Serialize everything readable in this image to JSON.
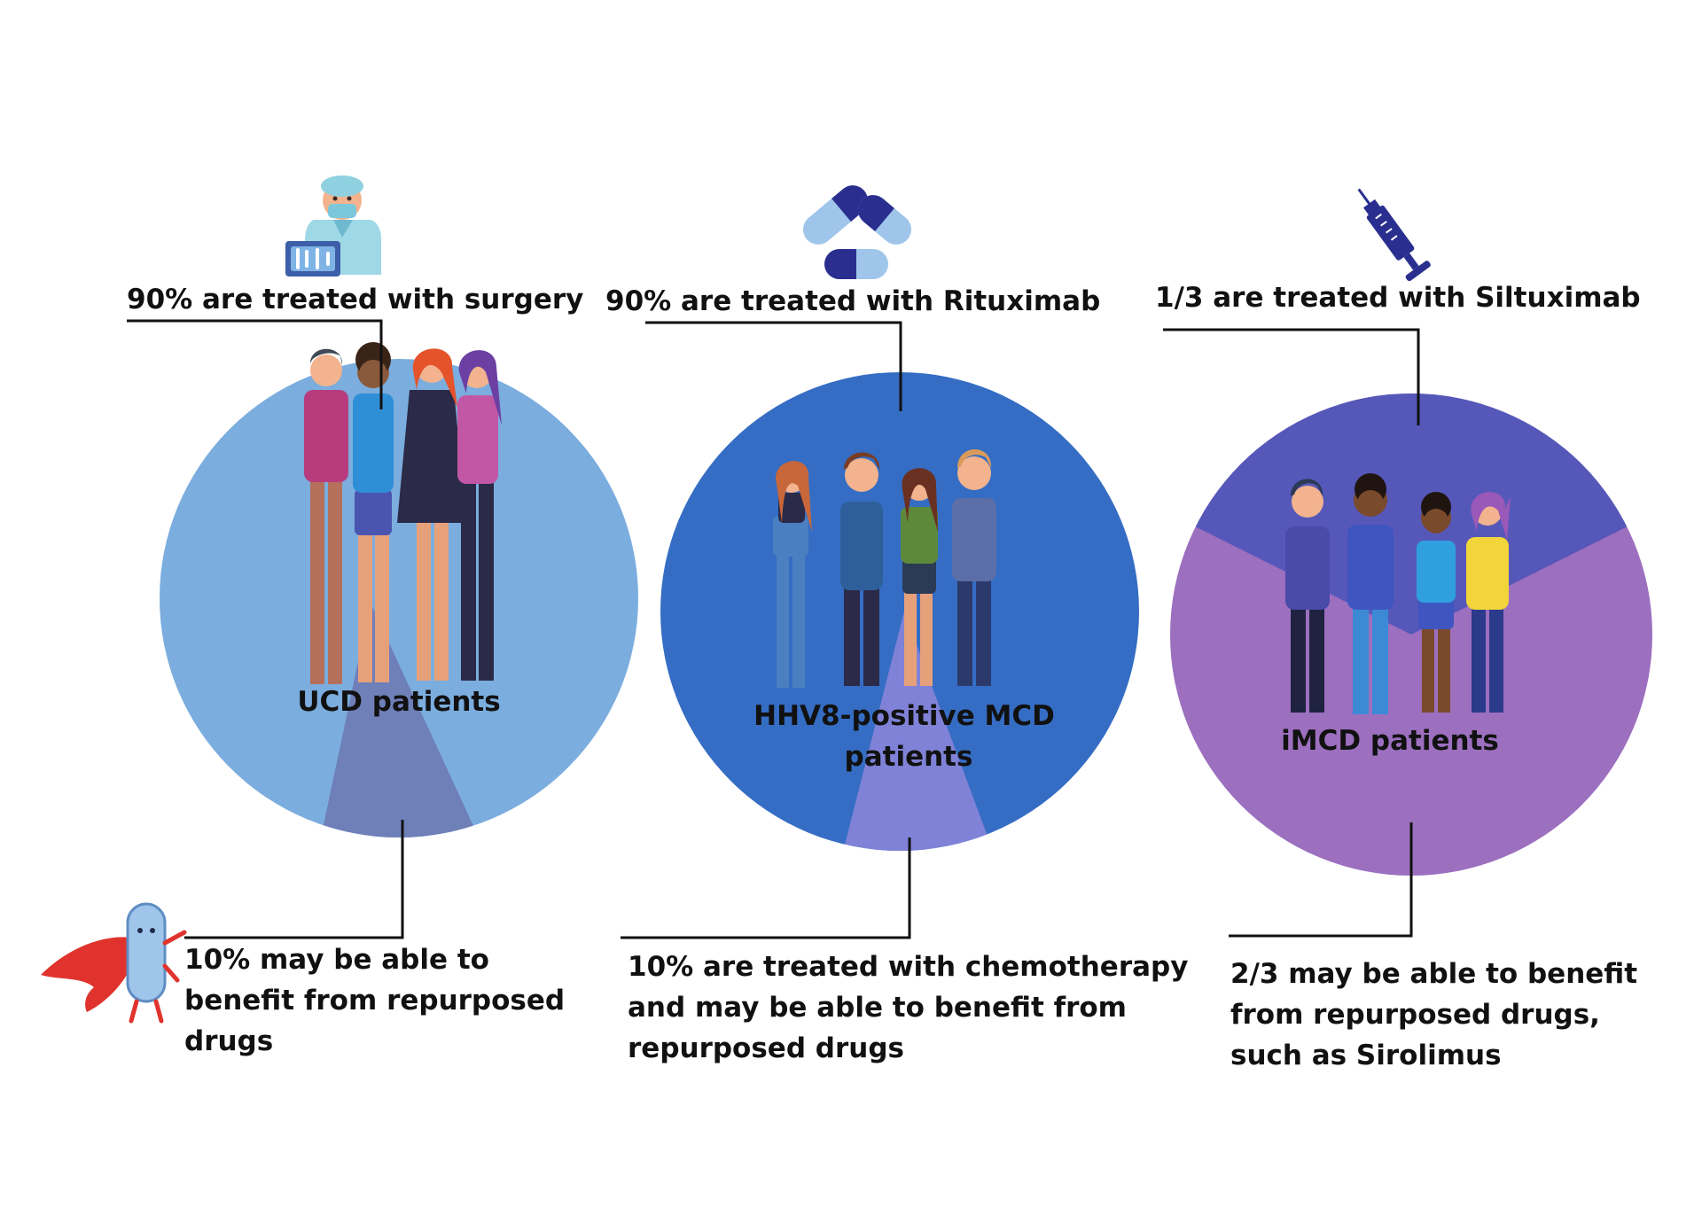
{
  "colors": {
    "panel1_circle": "#7badde",
    "panel1_wedge": "#6f7fb8",
    "panel2_circle": "#356dc4",
    "panel2_wedge": "#7f82d6",
    "panel3_circle": "#9c6fbf",
    "panel3_wedge": "#5558b8",
    "connector": "#111111"
  },
  "panels": [
    {
      "icon": "surgeon-icon",
      "top_label": "90% are treated with surgery",
      "group_label": "UCD patients",
      "people_icon": "group-of-people-icon",
      "bottom_label": "10% may be able to benefit from repurposed drugs",
      "bottom_icon": "superhero-pill-icon",
      "share": {
        "main_percent": 90,
        "minority_percent": 10
      }
    },
    {
      "icon": "capsules-icon",
      "top_label": "90% are treated with Rituximab",
      "group_label": "HHV8-positive MCD patients",
      "people_icon": "group-of-people-icon",
      "bottom_label": "10% are treated with chemotherapy and may be able to benefit from repurposed drugs",
      "share": {
        "main_percent": 90,
        "minority_percent": 10
      }
    },
    {
      "icon": "syringe-icon",
      "top_label": "1/3 are treated with Siltuximab",
      "group_label": "iMCD patients",
      "people_icon": "group-of-people-icon",
      "bottom_label": "2/3 may be able to benefit from repurposed drugs, such as Sirolimus",
      "share": {
        "main_fraction": "1/3",
        "minority_fraction": "2/3"
      }
    }
  ]
}
